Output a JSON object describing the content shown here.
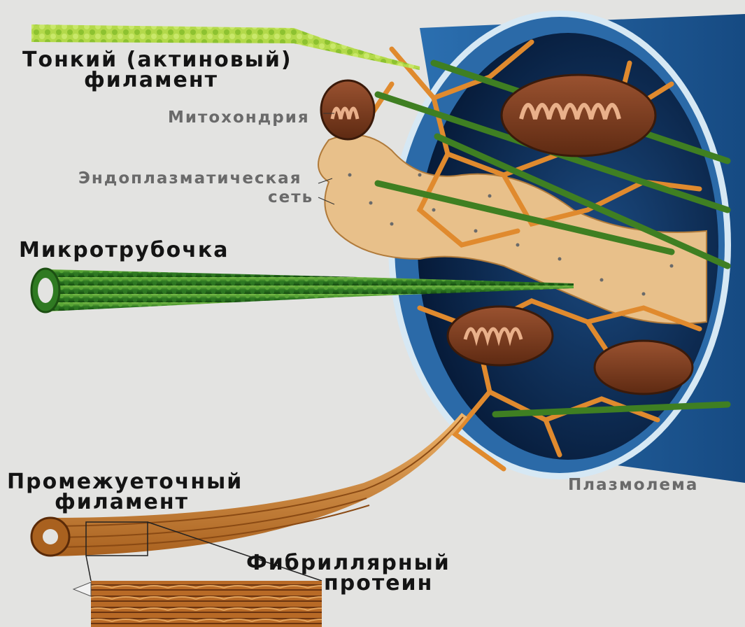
{
  "labels": {
    "actin_line1": "Тонкий (актиновый)",
    "actin_line2": "филамент",
    "mitochondria": "Митохондрия",
    "er_line1": "Эндоплазматическая",
    "er_line2": "сеть",
    "microtubule": "Микротрубочка",
    "intermediate_line1": "Промежуеточный",
    "intermediate_line2": "филамент",
    "plasmalemma": "Плазмолема",
    "fibrillar_line1": "Фибриллярный",
    "fibrillar_line2": "протеин"
  },
  "colors": {
    "background": "#e3e3e1",
    "cytoplasm": "#0b2a52",
    "membrane": "#b9d6ea",
    "cylinder": "#1f5e9c",
    "orange_network": "#e08a2e",
    "er": "#e8c08a",
    "mitochondria": "#7a3b1e",
    "microtubule": "#3f7f22",
    "actin": "#9ccc3a",
    "intermediate": "#d08a3a"
  }
}
